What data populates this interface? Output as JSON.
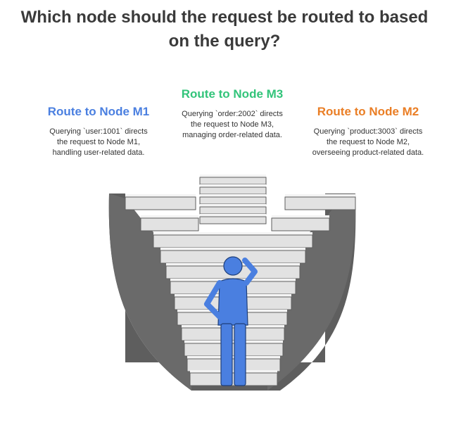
{
  "title": {
    "line1": "Which node should the request be routed to based",
    "line2": "on the query?"
  },
  "routes": {
    "m1": {
      "title": "Route to Node M1",
      "desc_lines": [
        "Querying `user:1001` directs",
        "the request to Node M1,",
        "handling user-related data."
      ]
    },
    "m3": {
      "title": "Route to Node M3",
      "desc_lines": [
        "Querying `order:2002` directs",
        "the request to Node M3,",
        "managing order-related data."
      ]
    },
    "m2": {
      "title": "Route to Node M2",
      "desc_lines": [
        "Querying `product:3003` directs",
        "the request to Node M2,",
        "overseeing product-related data."
      ]
    }
  },
  "colors": {
    "m1_accent": "#4a7fe0",
    "m3_accent": "#32c47a",
    "m2_accent": "#ea7e25",
    "stair_dark": "#5e5e5e",
    "figure": "#4a7fe0"
  },
  "icons": {
    "figure": "person-thinking-icon",
    "stairs": "branching-staircase"
  }
}
